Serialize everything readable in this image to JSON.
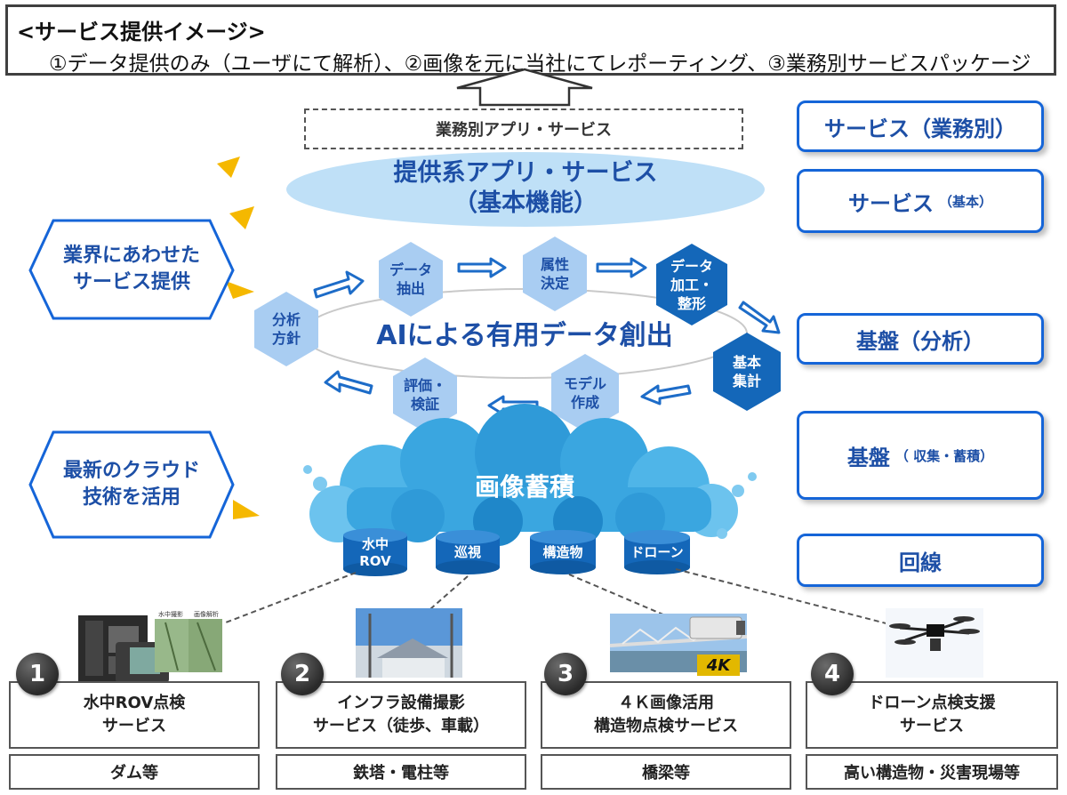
{
  "header": {
    "title": "<サービス提供イメージ>",
    "subtitle": "①データ提供のみ（ユーザにて解析）、②画像を元に当社にてレポーティング、③業務別サービスパッケージ"
  },
  "apps_dashed": "業務別アプリ・サービス",
  "provided": {
    "line1": "提供系アプリ・サービス",
    "line2": "（基本機能）"
  },
  "left_hex": {
    "top": {
      "line1": "業界にあわせた",
      "line2": "サービス提供"
    },
    "bottom": {
      "line1": "最新のクラウド",
      "line2": "技術を活用"
    }
  },
  "cycle": {
    "title": "AIによる有用データ創出",
    "steps": [
      {
        "id": "analysis-policy",
        "line1": "分析",
        "line2": "方針"
      },
      {
        "id": "data-extract",
        "line1": "データ",
        "line2": "抽出"
      },
      {
        "id": "attribute",
        "line1": "属性",
        "line2": "決定"
      },
      {
        "id": "data-process",
        "line1": "データ",
        "line2": "加工・",
        "line3": "整形"
      },
      {
        "id": "basic-agg",
        "line1": "基本",
        "line2": "集計"
      },
      {
        "id": "model",
        "line1": "モデル",
        "line2": "作成"
      },
      {
        "id": "evaluate",
        "line1": "評価・",
        "line2": "検証"
      }
    ]
  },
  "cloud": {
    "title": "画像蓄積",
    "dbs": [
      {
        "line1": "水中",
        "line2": "ROV"
      },
      {
        "line1": "巡視"
      },
      {
        "line1": "構造物"
      },
      {
        "line1": "ドローン"
      }
    ]
  },
  "layers": [
    {
      "main": "サービス（業務別）",
      "sub": ""
    },
    {
      "main": "サービス",
      "sub": "（基本）"
    },
    {
      "main": "基盤（分析）",
      "sub": ""
    },
    {
      "main": "基盤",
      "sub": "（ 収集・蓄積）"
    },
    {
      "main": "回線",
      "sub": ""
    }
  ],
  "services": [
    {
      "num": "1",
      "line1": "水中ROV点検",
      "line2": "サービス",
      "example": "ダム等"
    },
    {
      "num": "2",
      "line1": "インフラ設備撮影",
      "line2": "サービス（徒歩、車載）",
      "example": "鉄塔・電柱等"
    },
    {
      "num": "3",
      "line1": "４Ｋ画像活用",
      "line2": "構造物点検サービス",
      "example": "橋梁等"
    },
    {
      "num": "4",
      "line1": "ドローン点検支援",
      "line2": "サービス",
      "example": "高い構造物・災害現場等"
    }
  ],
  "badge_4k": "4K",
  "photo_rov": {
    "label1": "水中撮影",
    "label2": "画像解析"
  },
  "colors": {
    "accent_blue": "#1d4fa6",
    "border_blue": "#1565d8",
    "hex_light": "#a9cdf2",
    "hex_mid": "#5aa7e8",
    "hex_dark": "#1467b9",
    "cloud": "#3aa6e0",
    "arrow": "#1d6cc8",
    "triangle": "#f5b800"
  }
}
